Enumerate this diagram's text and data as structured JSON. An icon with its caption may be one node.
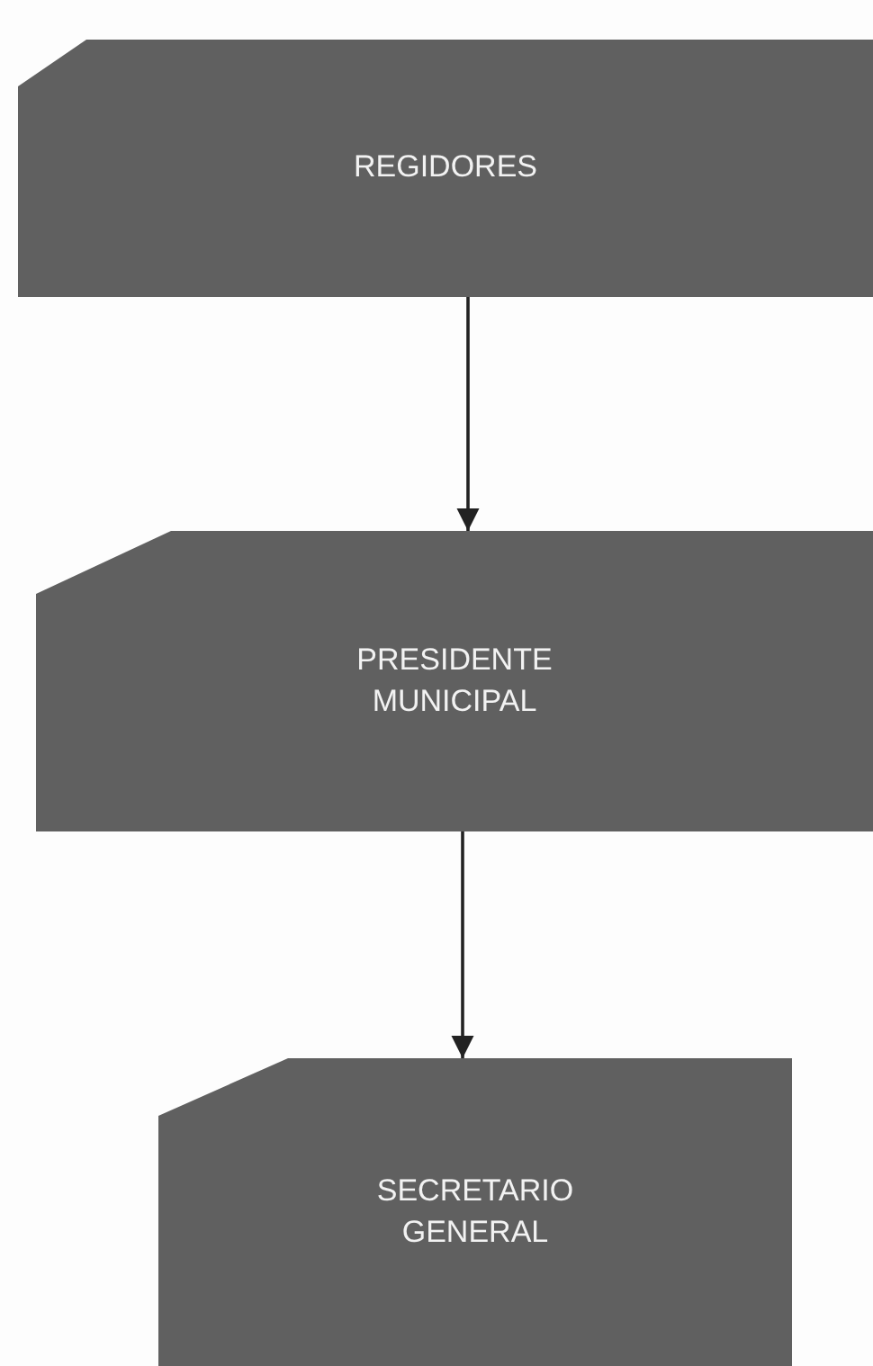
{
  "diagram": {
    "nodes": [
      {
        "text": [
          "REGIDORES"
        ]
      },
      {
        "text": [
          "PRESIDENTE MUNICIPAL"
        ]
      },
      {
        "text": [
          "SECRETARIO GENERAL"
        ]
      }
    ],
    "edges": [
      {
        "from": 0,
        "to": 1,
        "arrow": "to"
      },
      {
        "from": 1,
        "to": 2,
        "arrow": "to"
      }
    ]
  }
}
